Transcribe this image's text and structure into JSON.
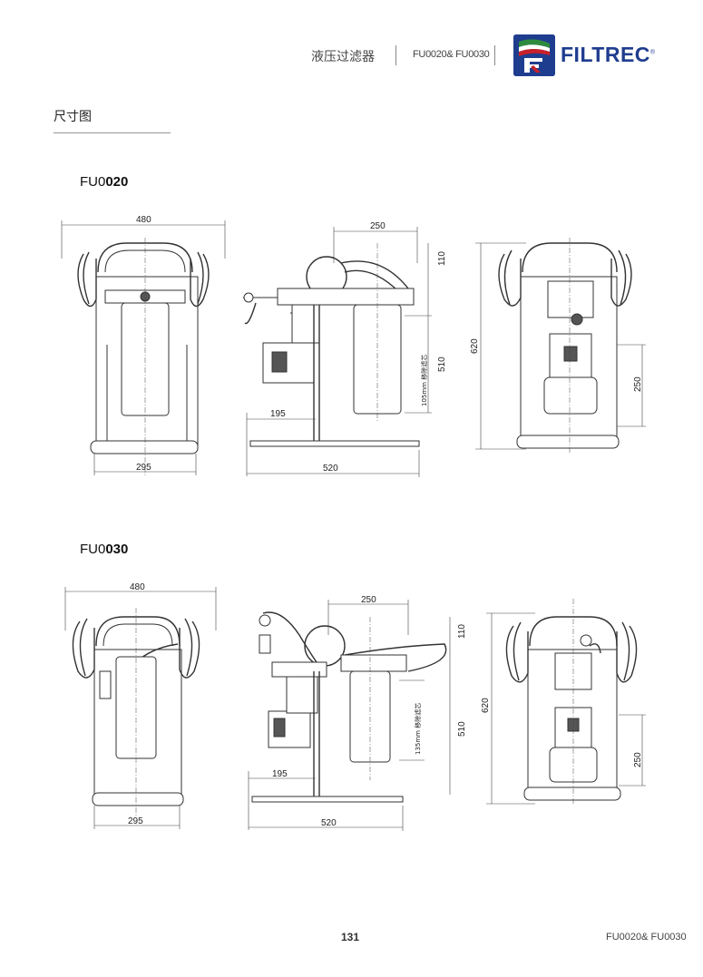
{
  "header": {
    "title": "液压过滤器",
    "model": "FU0020& FU0030",
    "brand": "FILTREC",
    "brand_mark": "®"
  },
  "section": {
    "title": "尺寸图"
  },
  "drawings": [
    {
      "model_prefix": "FU0",
      "model_suffix": "020",
      "dims": {
        "front_width": "480",
        "front_base": "295",
        "side_top": "250",
        "side_cap": "110",
        "side_height": "510",
        "side_offset": "195",
        "side_base": "520",
        "rear_height": "620",
        "rear_motor": "250",
        "element_note": "105mm 移除滤芯"
      }
    },
    {
      "model_prefix": "FU0",
      "model_suffix": "030",
      "dims": {
        "front_width": "480",
        "front_base": "295",
        "side_top": "250",
        "side_cap": "110",
        "side_height": "510",
        "side_offset": "195",
        "side_base": "520",
        "rear_height": "620",
        "rear_motor": "250",
        "element_note": "135mm 移除滤芯"
      }
    }
  ],
  "footer": {
    "page": "131",
    "model": "FU0020& FU0030"
  },
  "colors": {
    "brand_blue": "#1f3d8f",
    "brand_green": "#2e8b3e",
    "brand_red": "#c8202a"
  }
}
